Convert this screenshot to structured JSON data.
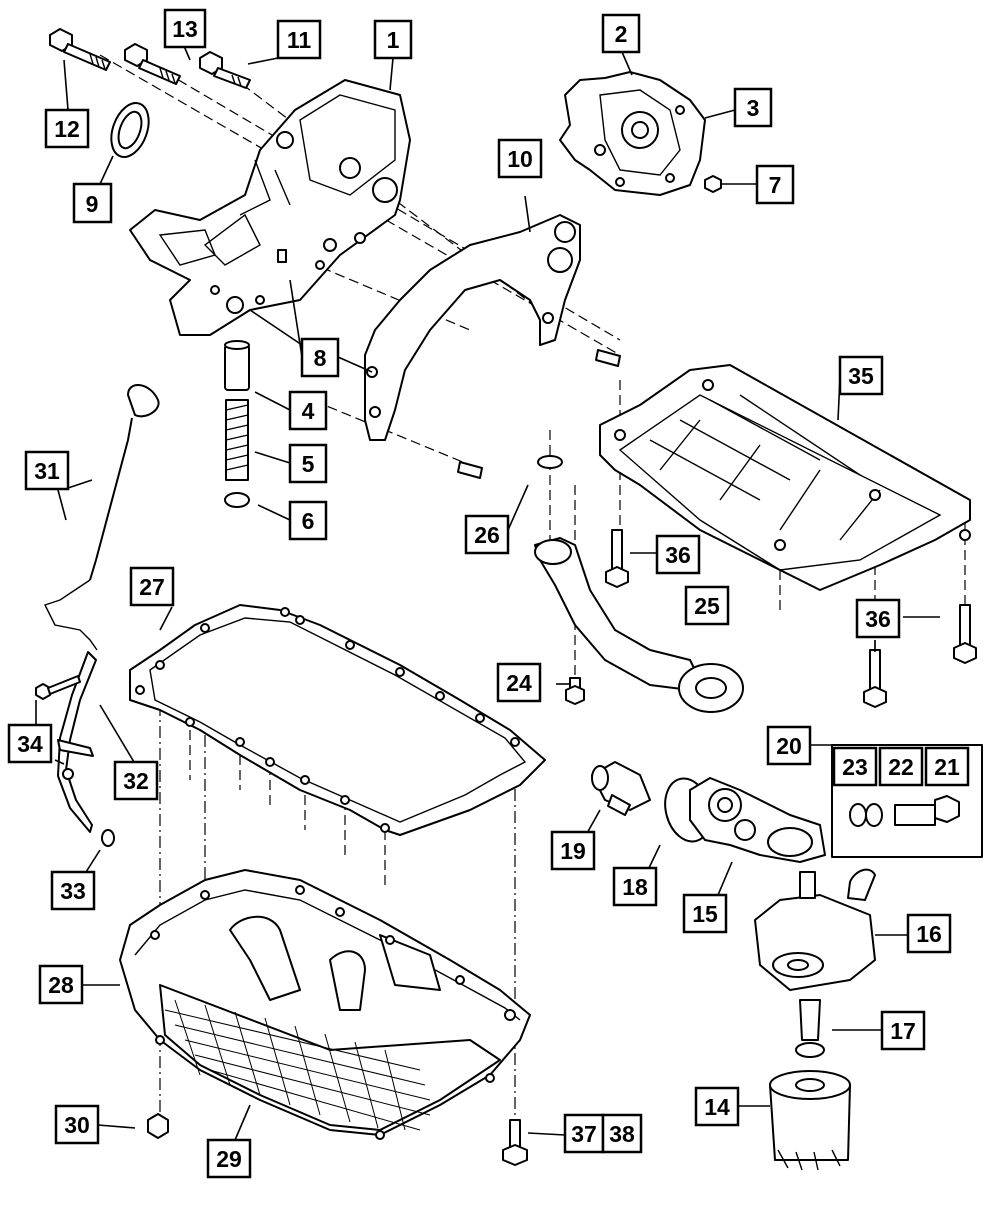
{
  "callouts": {
    "c1": "1",
    "c2": "2",
    "c3": "3",
    "c4": "4",
    "c5": "5",
    "c6": "6",
    "c7": "7",
    "c8": "8",
    "c9": "9",
    "c10": "10",
    "c11": "11",
    "c12": "12",
    "c13": "13",
    "c14": "14",
    "c15": "15",
    "c16": "16",
    "c17": "17",
    "c18": "18",
    "c19": "19",
    "c20": "20",
    "c21": "21",
    "c22": "22",
    "c23": "23",
    "c24": "24",
    "c25": "25",
    "c26": "26",
    "c27": "27",
    "c28": "28",
    "c29": "29",
    "c30": "30",
    "c31": "31",
    "c32": "32",
    "c33": "33",
    "c34": "34",
    "c35": "35",
    "c36a": "36",
    "c36b": "36",
    "c37": "37",
    "c38": "38"
  }
}
